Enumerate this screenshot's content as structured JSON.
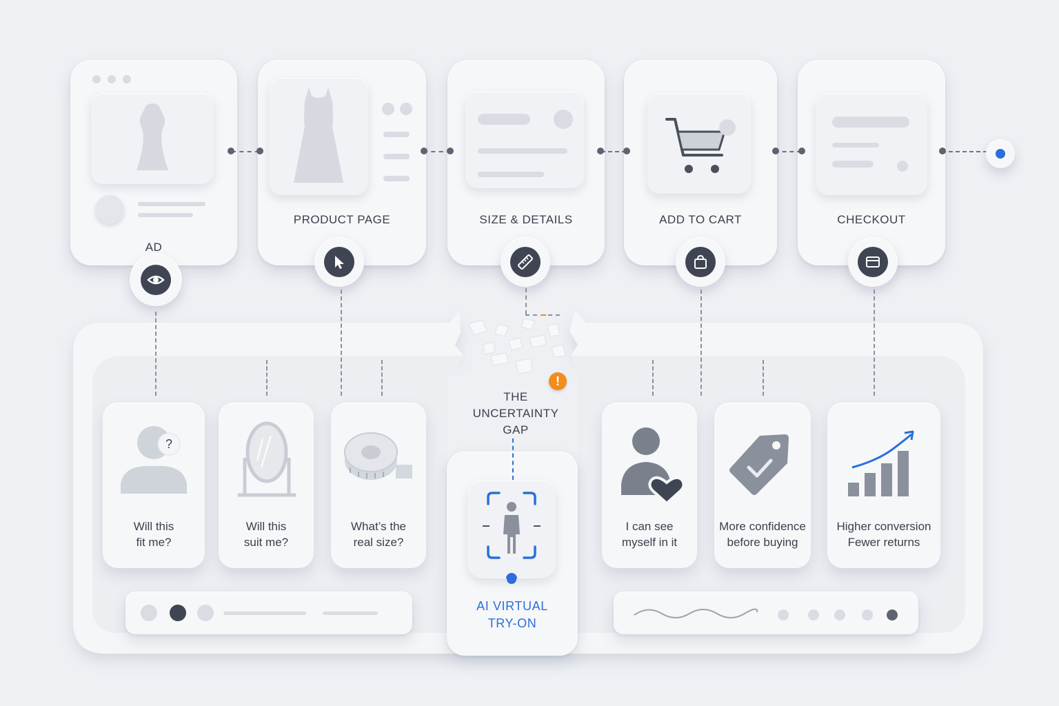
{
  "journey": {
    "steps": [
      {
        "label": "AD",
        "icon": "eye-icon"
      },
      {
        "label": "PRODUCT PAGE",
        "icon": "cursor-icon"
      },
      {
        "label": "SIZE & DETAILS",
        "icon": "ruler-icon"
      },
      {
        "label": "ADD TO CART",
        "icon": "shopping-bag-icon"
      },
      {
        "label": "CHECKOUT",
        "icon": "credit-card-icon"
      }
    ]
  },
  "gap": {
    "title_line1": "THE",
    "title_line2": "UNCERTAINTY",
    "title_line3": "GAP",
    "warning_icon": "warning-icon"
  },
  "questions": [
    {
      "line1": "Will this",
      "line2": "fit me?",
      "icon": "person-question-icon"
    },
    {
      "line1": "Will this",
      "line2": "suit me?",
      "icon": "mirror-icon"
    },
    {
      "line1": "What’s the",
      "line2": "real size?",
      "icon": "tape-measure-icon"
    }
  ],
  "solution": {
    "line1": "AI VIRTUAL",
    "line2": "TRY-ON",
    "icon": "body-scan-icon",
    "accent": "#2a6fdb"
  },
  "outcomes": [
    {
      "line1": "I can see",
      "line2": "myself in it",
      "icon": "person-heart-icon"
    },
    {
      "line1": "More confidence",
      "line2": "before buying",
      "icon": "price-tag-check-icon"
    },
    {
      "line1": "Higher conversion",
      "line2": "Fewer returns",
      "icon": "growth-chart-icon"
    }
  ],
  "colors": {
    "background": "#eef0f4",
    "card": "#f6f7f9",
    "icon_dark": "#3f4553",
    "accent_blue": "#2a6fdb",
    "warning_orange": "#f28c1b"
  }
}
